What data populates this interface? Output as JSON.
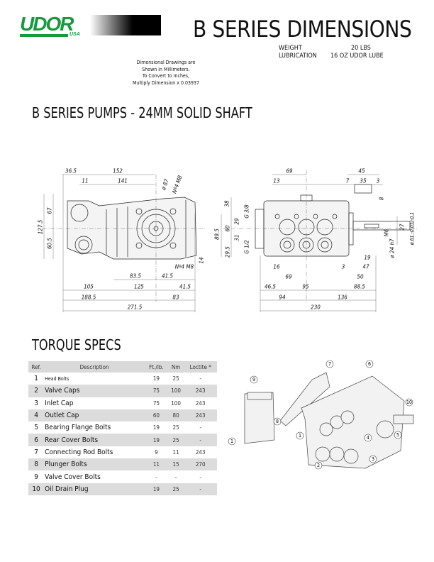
{
  "header": {
    "logo": "UDOR",
    "logo_sub": "USA",
    "title": "B SERIES DIMENSIONS",
    "specs": [
      {
        "label": "WEIGHT",
        "value": "20 LBS"
      },
      {
        "label": "LUBRICATION",
        "value": "16 OZ UDOR LUBE"
      }
    ],
    "note": [
      "Dimensional Drawings are",
      "Shown in Millimeters.",
      "To Convert to Inches,",
      "Multiply Dimension x 0.03937"
    ]
  },
  "section1": {
    "title": "B SERIES PUMPS - 24MM SOLID SHAFT"
  },
  "side_view_dims": [
    "36.5",
    "152",
    "11",
    "141",
    "ø 87",
    "Nº4 M8",
    "67",
    "127.5",
    "60.5",
    "14",
    "Nº4 M8",
    "83.5",
    "41.5",
    "105",
    "125",
    "41.5",
    "188.5",
    "83",
    "271.5"
  ],
  "front_view_dims": [
    "69",
    "45",
    "13",
    "7",
    "35",
    "3",
    "8",
    "38",
    "G 3/8",
    "29",
    "89.5",
    "60",
    "31",
    "G 1/2",
    "29.5",
    "27",
    "ø 61 -0.05/-0.1",
    "M6",
    "ø 24 h7",
    "19",
    "16",
    "3",
    "47",
    "69",
    "50",
    "46.5",
    "95",
    "88.5",
    "94",
    "136",
    "230"
  ],
  "section2": {
    "title": "TORQUE SPECS"
  },
  "torque_table": {
    "headers": [
      "Ref.",
      "Description",
      "Ft./lb.",
      "Nm",
      "Loctite *"
    ],
    "rows": [
      [
        "1",
        "Head Bolts",
        "19",
        "25",
        "-"
      ],
      [
        "2",
        "Valve Caps",
        "75",
        "100",
        "243"
      ],
      [
        "3",
        "Inlet Cap",
        "75",
        "100",
        "243"
      ],
      [
        "4",
        "Outlet Cap",
        "60",
        "80",
        "243"
      ],
      [
        "5",
        "Bearing Flange Bolts",
        "19",
        "25",
        "-"
      ],
      [
        "6",
        "Rear Cover Bolts",
        "19",
        "25",
        "-"
      ],
      [
        "7",
        "Connecting Rod Bolts",
        "9",
        "11",
        "243"
      ],
      [
        "8",
        "Plunger Bolts",
        "11",
        "15",
        "270"
      ],
      [
        "9",
        "Valve Cover Bolts",
        "-",
        "-",
        "-"
      ],
      [
        "10",
        "Oil Drain Plug",
        "19",
        "25",
        "-"
      ]
    ]
  },
  "exploded_callouts": [
    "9",
    "1",
    "7",
    "8",
    "6",
    "1",
    "10",
    "4",
    "5",
    "2",
    "3"
  ],
  "colors": {
    "brand": "#169a3c",
    "row_shade": "#dcdcdc"
  }
}
